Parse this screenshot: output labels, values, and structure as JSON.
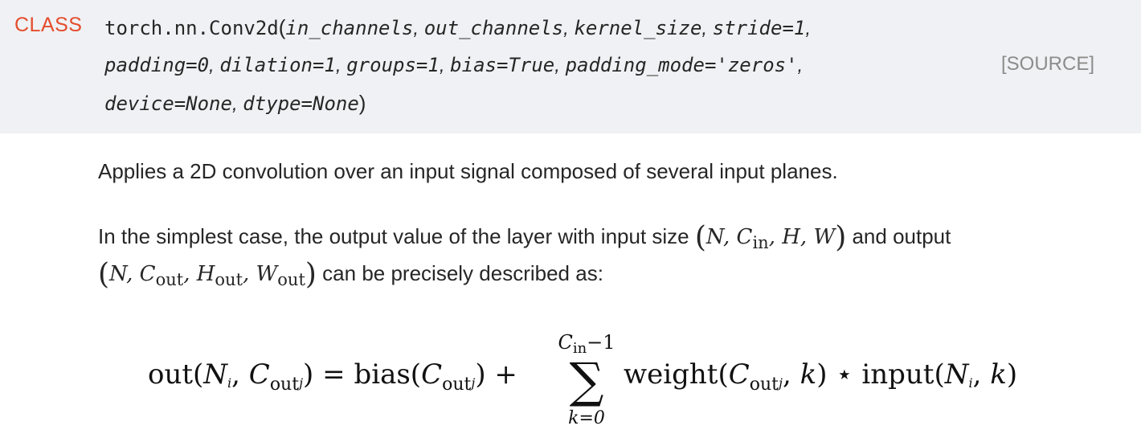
{
  "signature": {
    "label": "CLASS",
    "path": "torch.nn.Conv2d",
    "open_paren": "(",
    "close_paren": ")",
    "params_line1": [
      "in_channels",
      "out_channels",
      "kernel_size",
      "stride=1"
    ],
    "params_line2": [
      "padding=0",
      "dilation=1",
      "groups=1",
      "bias=True",
      "padding_mode='zeros'"
    ],
    "params_line3": [
      "device=None",
      "dtype=None"
    ],
    "source_link": "[SOURCE]"
  },
  "description": {
    "p1": "Applies a 2D convolution over an input signal composed of several input planes.",
    "p2_part1": "In the simplest case, the output value of the layer with input size",
    "p2_part2": "and output",
    "p2_part3": "can be precisely described as:"
  },
  "math": {
    "N": "N",
    "C": "C",
    "H": "H",
    "W": "W",
    "sub_in": "in",
    "sub_out": "out",
    "out_fn": "out",
    "bias_fn": "bias",
    "weight_fn": "weight",
    "input_fn": "input",
    "i": "i",
    "j": "j",
    "k": "k",
    "sum_upper_suffix": "−1",
    "sum_lower": "k=0",
    "sum_symbol": "∑",
    "star": "⋆",
    "plus": "+",
    "equals": "="
  }
}
